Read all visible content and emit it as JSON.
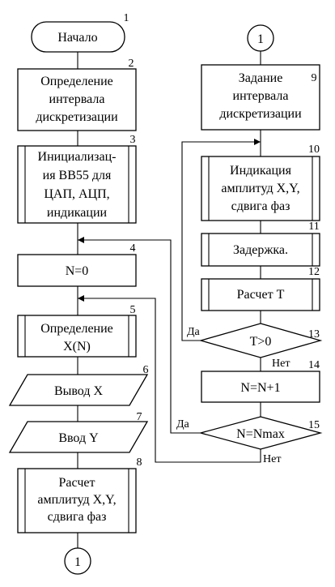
{
  "diagram": {
    "start_label": "Начало",
    "connector_1": "1",
    "connector_2": "1",
    "b2": [
      "Определение",
      "интервала",
      "дискретизации"
    ],
    "b3": [
      "Инициализац-",
      "ия ВВ55 для",
      "ЦАП, АЦП,",
      "индикации"
    ],
    "b4": "N=0",
    "b5": [
      "Определение",
      "X(N)"
    ],
    "b6": "Вывод X",
    "b7": "Ввод Y",
    "b8": [
      "Расчет",
      "амплитуд X,Y,",
      "сдвига фаз"
    ],
    "b9": [
      "Задание",
      "интервала",
      "дискретизации"
    ],
    "b10": [
      "Индикация",
      "амплитуд X,Y,",
      "сдвига фаз"
    ],
    "b11": "Задержка.",
    "b12": "Расчет T",
    "b13": "T>0",
    "b14": "N=N+1",
    "b15": "N=Nmax",
    "yes_13": "Да",
    "no_13": "Нет",
    "yes_15": "Да",
    "no_15": "Нет",
    "numbers": {
      "n1": "1",
      "n2": "2",
      "n3": "3",
      "n4": "4",
      "n5": "5",
      "n6": "6",
      "n7": "7",
      "n8": "8",
      "n9": "9",
      "n10": "10",
      "n11": "11",
      "n12": "12",
      "n13": "13",
      "n14": "14",
      "n15": "15"
    }
  }
}
